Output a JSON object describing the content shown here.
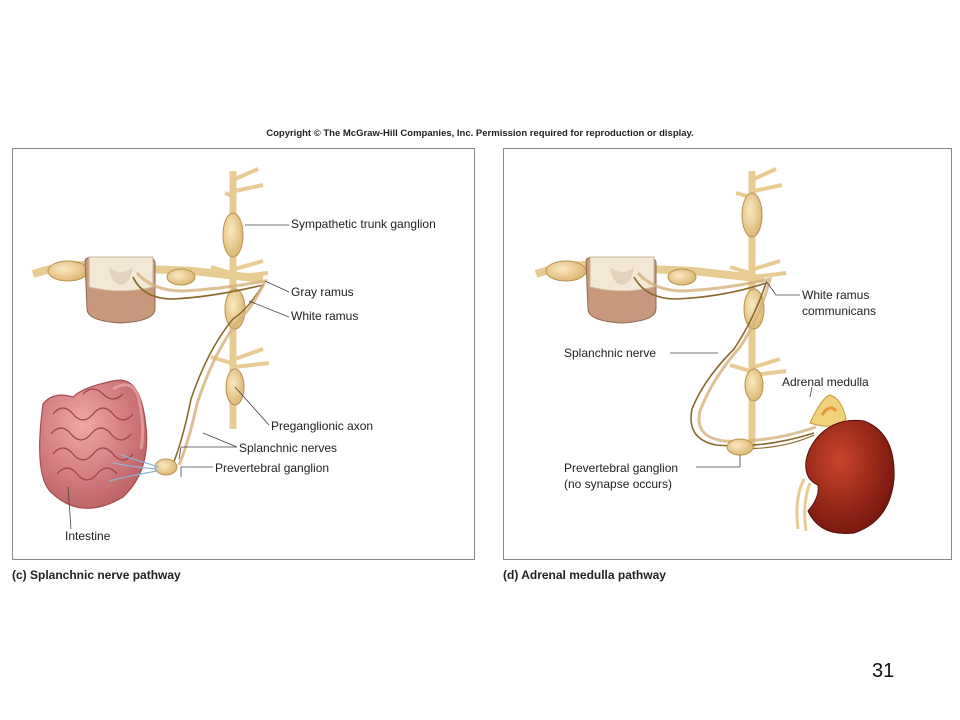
{
  "copyright": "Copyright © The McGraw-Hill Companies, Inc. Permission required for reproduction or display.",
  "panel_c": {
    "caption": "(c) Splanchnic nerve pathway",
    "labels": {
      "sympathetic_trunk_ganglion": "Sympathetic trunk ganglion",
      "gray_ramus": "Gray ramus",
      "white_ramus": "White ramus",
      "preganglionic_axon": "Preganglionic axon",
      "splanchnic_nerves": "Splanchnic nerves",
      "prevertebral_ganglion": "Prevertebral ganglion",
      "intestine": "Intestine"
    }
  },
  "panel_d": {
    "caption": "(d) Adrenal medulla pathway",
    "labels": {
      "white_ramus_line1": "White ramus",
      "white_ramus_line2": "communicans",
      "splanchnic_nerve": "Splanchnic nerve",
      "adrenal_medulla": "Adrenal medulla",
      "prevertebral_ganglion_line1": "Prevertebral ganglion",
      "prevertebral_ganglion_line2": "(no synapse occurs)"
    }
  },
  "slide_number": "31",
  "colors": {
    "nerve": "#e8cb93",
    "nerve_dark": "#b8924f",
    "axon": "#8a6a2a",
    "spinal_gray": "#f3e8d6",
    "spinal_white": "#c7987c",
    "intestine": "#d77a7a",
    "kidney": "#8e1a10",
    "leader": "#444444"
  }
}
